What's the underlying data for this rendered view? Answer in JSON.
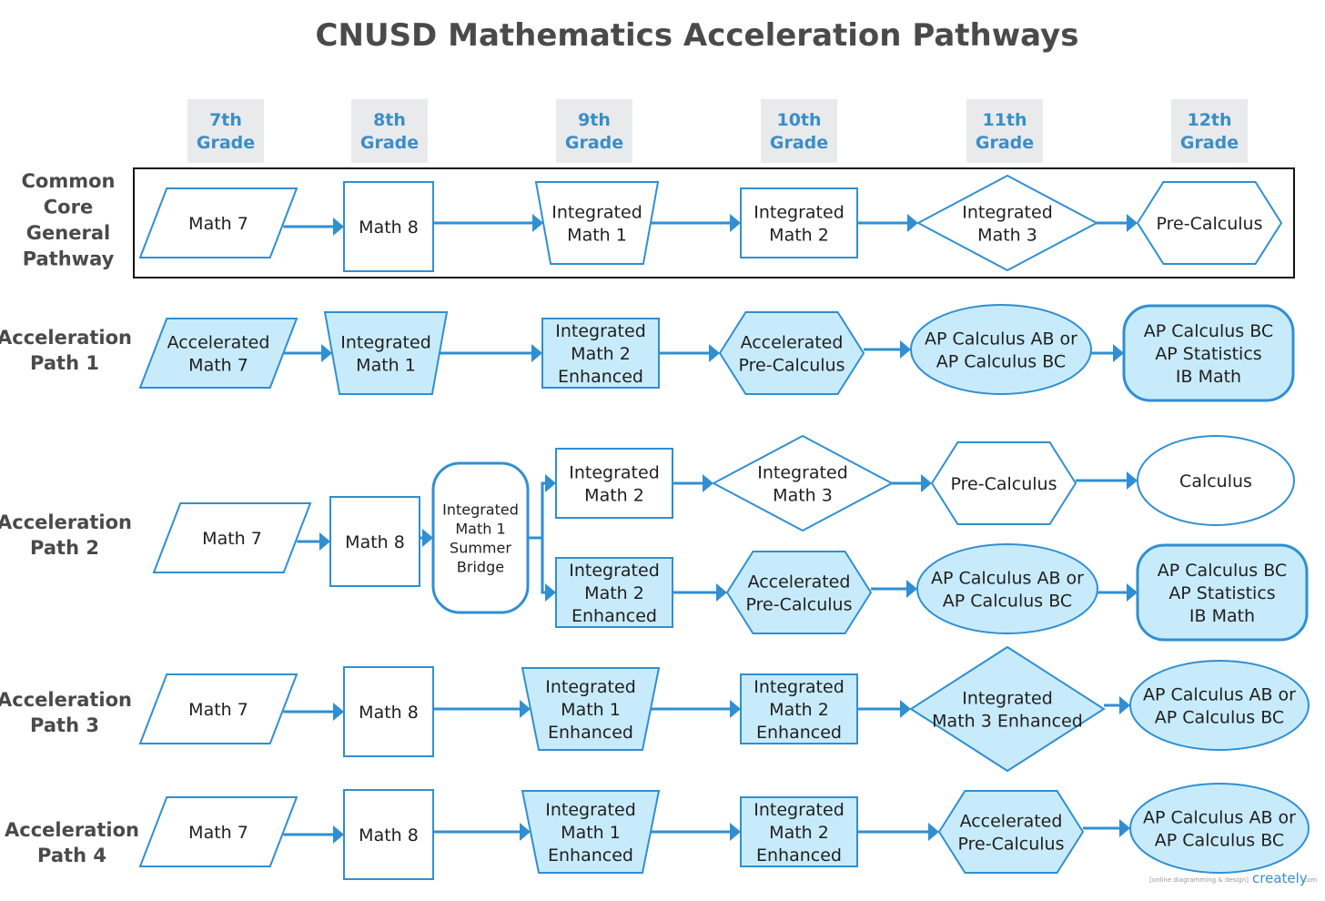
{
  "title": "CNUSD Mathematics Acceleration Pathways",
  "grades": [
    [
      "7th",
      "Grade"
    ],
    [
      "8th",
      "Grade"
    ],
    [
      "9th",
      "Grade"
    ],
    [
      "10th",
      "Grade"
    ],
    [
      "11th",
      "Grade"
    ],
    [
      "12th",
      "Grade"
    ]
  ],
  "rows": [
    {
      "id": "common-core",
      "label": [
        "Common",
        "Core",
        "General",
        "Pathway"
      ]
    },
    {
      "id": "path-1",
      "label": [
        "Acceleration",
        "Path 1"
      ]
    },
    {
      "id": "path-2",
      "label": [
        "Acceleration",
        "Path 2"
      ]
    },
    {
      "id": "path-3",
      "label": [
        "Acceleration",
        "Path 3"
      ]
    },
    {
      "id": "path-4",
      "label": [
        "Acceleration",
        "Path 4"
      ]
    }
  ],
  "nodes": {
    "cc_m7": {
      "shape": "parallelogram",
      "fill": "white",
      "lines": [
        "Math 7"
      ]
    },
    "cc_m8": {
      "shape": "rect",
      "fill": "white",
      "lines": [
        "Math 8"
      ]
    },
    "cc_im1": {
      "shape": "trapezoid",
      "fill": "white",
      "lines": [
        "Integrated",
        "Math 1"
      ]
    },
    "cc_im2": {
      "shape": "rect",
      "fill": "white",
      "lines": [
        "Integrated",
        "Math 2"
      ]
    },
    "cc_im3": {
      "shape": "diamond",
      "fill": "white",
      "lines": [
        "Integrated",
        "Math 3"
      ]
    },
    "cc_pc": {
      "shape": "hexagon",
      "fill": "white",
      "lines": [
        "Pre-Calculus"
      ]
    },
    "p1_am7": {
      "shape": "parallelogram",
      "fill": "blue",
      "lines": [
        "Accelerated",
        "Math 7"
      ]
    },
    "p1_im1": {
      "shape": "trapezoid",
      "fill": "blue",
      "lines": [
        "Integrated",
        "Math 1"
      ]
    },
    "p1_im2e": {
      "shape": "rect",
      "fill": "blue",
      "lines": [
        "Integrated",
        "Math 2",
        "Enhanced"
      ]
    },
    "p1_apc": {
      "shape": "hexagon",
      "fill": "blue",
      "lines": [
        "Accelerated",
        "Pre-Calculus"
      ]
    },
    "p1_ap": {
      "shape": "ellipse",
      "fill": "blue",
      "lines": [
        "AP Calculus AB or",
        "AP Calculus BC"
      ]
    },
    "p1_final": {
      "shape": "roundrect",
      "fill": "blue",
      "lines": [
        "AP Calculus BC",
        "AP Statistics",
        "IB Math"
      ]
    },
    "p2_m7": {
      "shape": "parallelogram",
      "fill": "white",
      "lines": [
        "Math 7"
      ]
    },
    "p2_m8": {
      "shape": "rect",
      "fill": "white",
      "lines": [
        "Math 8"
      ]
    },
    "p2_bridge": {
      "shape": "roundrect",
      "fill": "white",
      "lines": [
        "Integrated",
        "Math 1",
        "Summer",
        "Bridge"
      ]
    },
    "p2_im2": {
      "shape": "rect",
      "fill": "white",
      "lines": [
        "Integrated",
        "Math 2"
      ]
    },
    "p2_im3": {
      "shape": "diamond",
      "fill": "white",
      "lines": [
        "Integrated",
        "Math 3"
      ]
    },
    "p2_pc": {
      "shape": "hexagon",
      "fill": "white",
      "lines": [
        "Pre-Calculus"
      ]
    },
    "p2_calc": {
      "shape": "ellipse",
      "fill": "white",
      "lines": [
        "Calculus"
      ]
    },
    "p2_im2e": {
      "shape": "rect",
      "fill": "blue",
      "lines": [
        "Integrated",
        "Math 2",
        "Enhanced"
      ]
    },
    "p2_apc": {
      "shape": "hexagon",
      "fill": "blue",
      "lines": [
        "Accelerated",
        "Pre-Calculus"
      ]
    },
    "p2_ap": {
      "shape": "ellipse",
      "fill": "blue",
      "lines": [
        "AP Calculus AB or",
        "AP Calculus BC"
      ]
    },
    "p2_final": {
      "shape": "roundrect",
      "fill": "blue",
      "lines": [
        "AP Calculus BC",
        "AP Statistics",
        "IB Math"
      ]
    },
    "p3_m7": {
      "shape": "parallelogram",
      "fill": "white",
      "lines": [
        "Math 7"
      ]
    },
    "p3_m8": {
      "shape": "rect",
      "fill": "white",
      "lines": [
        "Math 8"
      ]
    },
    "p3_im1e": {
      "shape": "trapezoid",
      "fill": "blue",
      "lines": [
        "Integrated",
        "Math 1",
        "Enhanced"
      ]
    },
    "p3_im2e": {
      "shape": "rect",
      "fill": "blue",
      "lines": [
        "Integrated",
        "Math 2",
        "Enhanced"
      ]
    },
    "p3_im3e": {
      "shape": "diamond",
      "fill": "blue",
      "lines": [
        "Integrated",
        "Math 3 Enhanced"
      ]
    },
    "p3_ap": {
      "shape": "ellipse",
      "fill": "blue",
      "lines": [
        "AP Calculus AB or",
        "AP Calculus BC"
      ]
    },
    "p4_m7": {
      "shape": "parallelogram",
      "fill": "white",
      "lines": [
        "Math 7"
      ]
    },
    "p4_m8": {
      "shape": "rect",
      "fill": "white",
      "lines": [
        "Math 8"
      ]
    },
    "p4_im1e": {
      "shape": "trapezoid",
      "fill": "blue",
      "lines": [
        "Integrated",
        "Math 1",
        "Enhanced"
      ]
    },
    "p4_im2e": {
      "shape": "rect",
      "fill": "blue",
      "lines": [
        "Integrated",
        "Math 2",
        "Enhanced"
      ]
    },
    "p4_apc": {
      "shape": "hexagon",
      "fill": "blue",
      "lines": [
        "Accelerated",
        "Pre-Calculus"
      ]
    },
    "p4_ap": {
      "shape": "ellipse",
      "fill": "blue",
      "lines": [
        "AP Calculus AB or",
        "AP Calculus BC"
      ]
    }
  },
  "edges": [
    [
      "cc_m7",
      "cc_m8"
    ],
    [
      "cc_m8",
      "cc_im1"
    ],
    [
      "cc_im1",
      "cc_im2"
    ],
    [
      "cc_im2",
      "cc_im3"
    ],
    [
      "cc_im3",
      "cc_pc"
    ],
    [
      "p1_am7",
      "p1_im1"
    ],
    [
      "p1_im1",
      "p1_im2e"
    ],
    [
      "p1_im2e",
      "p1_apc"
    ],
    [
      "p1_apc",
      "p1_ap"
    ],
    [
      "p1_ap",
      "p1_final"
    ],
    [
      "p2_m7",
      "p2_m8"
    ],
    [
      "p2_m8",
      "p2_bridge"
    ],
    [
      "p2_bridge",
      "p2_im2"
    ],
    [
      "p2_bridge",
      "p2_im2e"
    ],
    [
      "p2_im2",
      "p2_im3"
    ],
    [
      "p2_im3",
      "p2_pc"
    ],
    [
      "p2_pc",
      "p2_calc"
    ],
    [
      "p2_im2e",
      "p2_apc"
    ],
    [
      "p2_apc",
      "p2_ap"
    ],
    [
      "p2_ap",
      "p2_final"
    ],
    [
      "p3_m7",
      "p3_m8"
    ],
    [
      "p3_m8",
      "p3_im1e"
    ],
    [
      "p3_im1e",
      "p3_im2e"
    ],
    [
      "p3_im2e",
      "p3_im3e"
    ],
    [
      "p3_im3e",
      "p3_ap"
    ],
    [
      "p4_m7",
      "p4_m8"
    ],
    [
      "p4_m8",
      "p4_im1e"
    ],
    [
      "p4_im1e",
      "p4_im2e"
    ],
    [
      "p4_im2e",
      "p4_apc"
    ],
    [
      "p4_apc",
      "p4_ap"
    ]
  ],
  "watermark": {
    "tagline": "[online diagramming & design]",
    "brand": "creately",
    "suffix": ".com"
  }
}
